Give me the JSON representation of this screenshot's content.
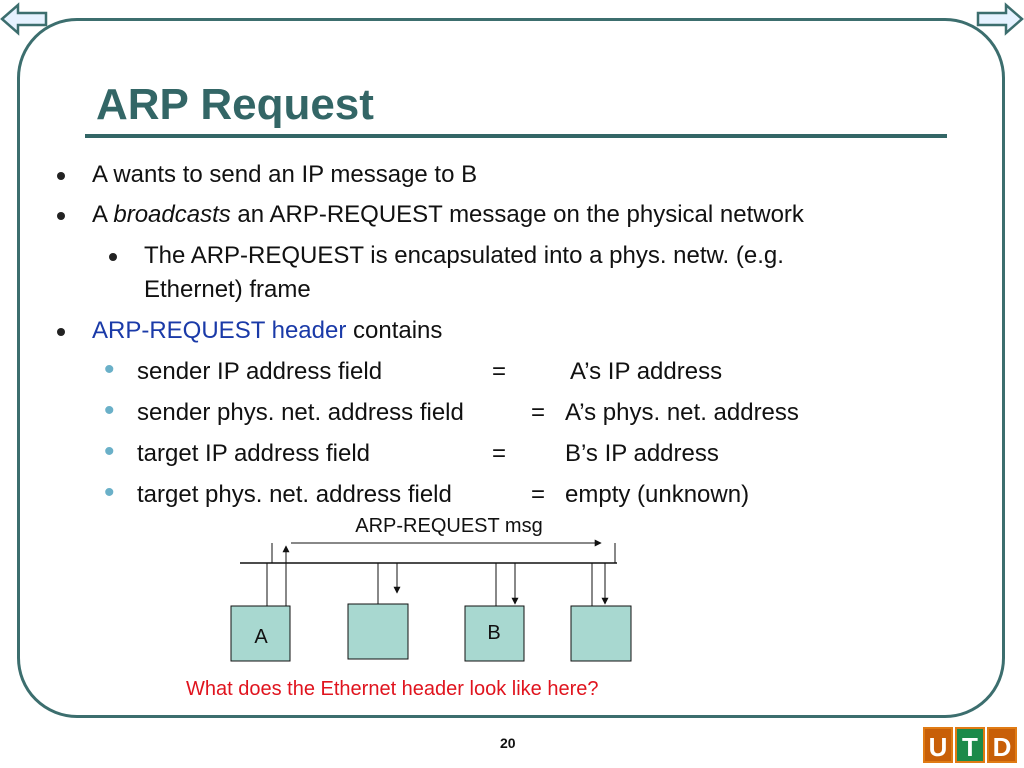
{
  "title": "ARP Request",
  "bullets": {
    "b1": "A wants to send an IP message to B",
    "b2_pre": "A ",
    "b2_em": "broadcasts",
    "b2_post": " an ARP-REQUEST message on the physical network",
    "sub1_line1": "The ARP-REQUEST is encapsulated into a phys. netw. (e.g.",
    "sub1_line2": "Ethernet) frame",
    "b3_blue": "ARP-REQUEST header",
    "b3_post": " contains"
  },
  "fields": [
    {
      "name": "sender IP address field",
      "eq": "=",
      "value": "A’s IP address"
    },
    {
      "name": "sender phys. net. address field",
      "eq": "=",
      "value": "A’s phys. net. address"
    },
    {
      "name": "target IP address field",
      "eq": "=",
      "value": "B’s IP address"
    },
    {
      "name": "target phys. net. address field",
      "eq": "=",
      "value": "empty (unknown)"
    }
  ],
  "diagram": {
    "msg_label": "ARP-REQUEST msg",
    "host_a": "A",
    "host_b": "B"
  },
  "question": "What does the Ethernet header look like here?",
  "page_number": "20",
  "logo": {
    "u": "U",
    "t": "T",
    "d": "D"
  },
  "colors": {
    "title": "#336666",
    "accent_blue": "#1a3aa8",
    "question_red": "#e0141e",
    "host_fill": "#a8d8d0"
  },
  "icons": {
    "prev": "arrow-left-icon",
    "next": "arrow-right-icon"
  }
}
